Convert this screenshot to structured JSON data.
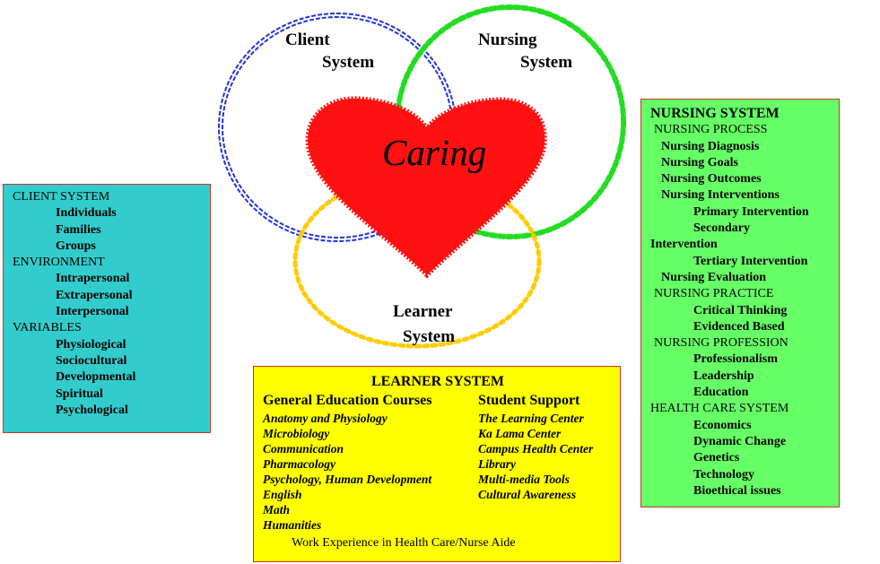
{
  "circles": {
    "client": [
      "Client",
      "System"
    ],
    "nursing": [
      "Nursing",
      "System"
    ],
    "learner": [
      "Learner",
      "System"
    ]
  },
  "heart_label": "Caring",
  "colors": {
    "client_circle": "#2233dd",
    "nursing_circle": "#22dd22",
    "learner_circle": "#ffcc00",
    "heart": "#ff1111",
    "client_box": "#33cccc",
    "nursing_box": "#66ff66",
    "learner_box": "#ffff00",
    "box_border": "#c0392b"
  },
  "client_box": {
    "lines": [
      {
        "text": "CLIENT SYSTEM",
        "level": 0
      },
      {
        "text": "Individuals",
        "level": 1
      },
      {
        "text": "Families",
        "level": 1
      },
      {
        "text": "Groups",
        "level": 1
      },
      {
        "text": "ENVIRONMENT",
        "level": 0
      },
      {
        "text": "Intrapersonal",
        "level": 1
      },
      {
        "text": "Extrapersonal",
        "level": 1
      },
      {
        "text": "Interpersonal",
        "level": 1
      },
      {
        "text": "VARIABLES",
        "level": 0
      },
      {
        "text": "Physiological",
        "level": 1
      },
      {
        "text": "Sociocultural",
        "level": 1
      },
      {
        "text": "Developmental",
        "level": 1
      },
      {
        "text": "Spiritual",
        "level": 1
      },
      {
        "text": "Psychological",
        "level": 1
      }
    ]
  },
  "nursing_box": {
    "title": "NURSING SYSTEM",
    "lines": [
      {
        "text": "NURSING PROCESS",
        "level": "l1"
      },
      {
        "text": "Nursing Diagnosis",
        "level": "l2"
      },
      {
        "text": "Nursing Goals",
        "level": "l2"
      },
      {
        "text": "Nursing Outcomes",
        "level": "l2"
      },
      {
        "text": "Nursing Interventions",
        "level": "l2"
      },
      {
        "text": "Primary Intervention",
        "level": "l3"
      },
      {
        "text": "Secondary",
        "level": "l3"
      },
      {
        "text": "Intervention",
        "level": "l0"
      },
      {
        "text": "Tertiary Intervention",
        "level": "l3"
      },
      {
        "text": "Nursing Evaluation",
        "level": "l2"
      },
      {
        "text": "NURSING PRACTICE",
        "level": "l1"
      },
      {
        "text": "Critical Thinking",
        "level": "l3"
      },
      {
        "text": "Evidenced Based",
        "level": "l3"
      },
      {
        "text": "NURSING PROFESSION",
        "level": "l1"
      },
      {
        "text": "Professionalism",
        "level": "l3"
      },
      {
        "text": "Leadership",
        "level": "l3"
      },
      {
        "text": "Education",
        "level": "l3"
      },
      {
        "text": "HEALTH CARE SYSTEM",
        "level": "l0h"
      },
      {
        "text": "Economics",
        "level": "l3"
      },
      {
        "text": "Dynamic Change",
        "level": "l3"
      },
      {
        "text": "Genetics",
        "level": "l3"
      },
      {
        "text": "Technology",
        "level": "l3"
      },
      {
        "text": "Bioethical issues",
        "level": "l3"
      }
    ]
  },
  "learner_box": {
    "title": "LEARNER SYSTEM",
    "gen_ed_heading": "General Education Courses",
    "gen_ed_items": [
      "Anatomy and Physiology",
      "Microbiology",
      "Communication",
      "Pharmacology",
      "Psychology, Human Development",
      "English",
      "Math",
      "Humanities"
    ],
    "support_heading": "Student Support",
    "support_items": [
      "The Learning Center",
      "Ka Lama Center",
      "Campus Health Center",
      "Library",
      "Multi-media Tools",
      "Cultural Awareness"
    ],
    "footer": "Work Experience in Health Care/Nurse Aide"
  }
}
